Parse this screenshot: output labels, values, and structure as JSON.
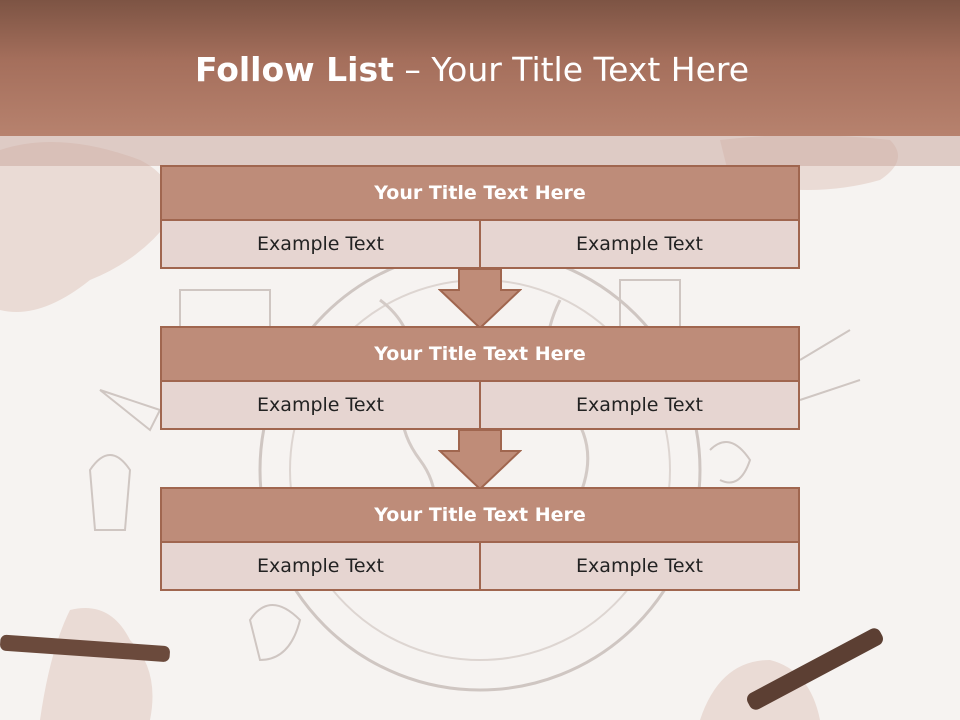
{
  "slide": {
    "title_main": "Follow List",
    "title_rest": " – Your Title Text Here"
  },
  "blocks": [
    {
      "heading": "Your Title Text Here",
      "cells": [
        "Example Text",
        "Example Text"
      ]
    },
    {
      "heading": "Your Title Text Here",
      "cells": [
        "Example Text",
        "Example Text"
      ]
    },
    {
      "heading": "Your Title Text Here",
      "cells": [
        "Example Text",
        "Example Text"
      ]
    }
  ],
  "colors": {
    "header_top": "#7d5444",
    "header_bottom": "#b7826e",
    "block_head_fill": "#be8c79",
    "cell_fill": "#e6d5d1",
    "border": "#a0664f",
    "arrow_fill": "#bf8c78"
  },
  "icons": [
    "hand-with-pen-top-left",
    "hand-with-pen-bottom-left",
    "hand-with-pen-bottom-right",
    "globe-landmarks-sketch"
  ]
}
